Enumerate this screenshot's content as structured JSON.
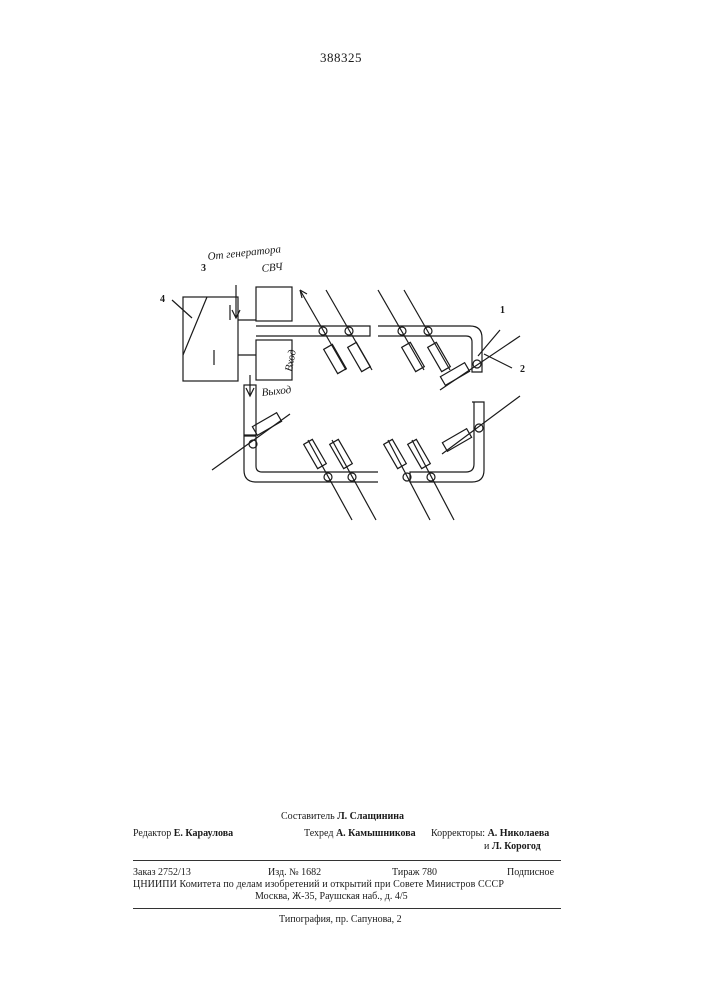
{
  "document": {
    "patent_number": "388325"
  },
  "diagram": {
    "labels": {
      "from_generator": "От генератора",
      "svch": "СВЧ",
      "input": "Вход",
      "output": "Выход"
    },
    "numbers": [
      "3",
      "4",
      "1",
      "2"
    ]
  },
  "footer": {
    "compiler_label": "Составитель",
    "compiler_name": "Л. Слащинина",
    "editor_label": "Редактор",
    "editor_name": "Е. Караулова",
    "techred_label": "Техред",
    "techred_name": "А. Камышникова",
    "correctors_label": "Корректоры:",
    "corrector_1": "А. Николаева",
    "corrector_2_prefix": "и",
    "corrector_2": "Л. Корогод",
    "order": "Заказ 2752/13",
    "edition": "Изд. № 1682",
    "circulation": "Тираж 780",
    "subscription": "Подписное",
    "org_line": "ЦНИИПИ Комитета по делам изобретений и открытий при Совете Министров СССР",
    "address": "Москва, Ж-35, Раушская наб., д. 4/5",
    "printing": "Типография, пр. Сапунова, 2"
  }
}
